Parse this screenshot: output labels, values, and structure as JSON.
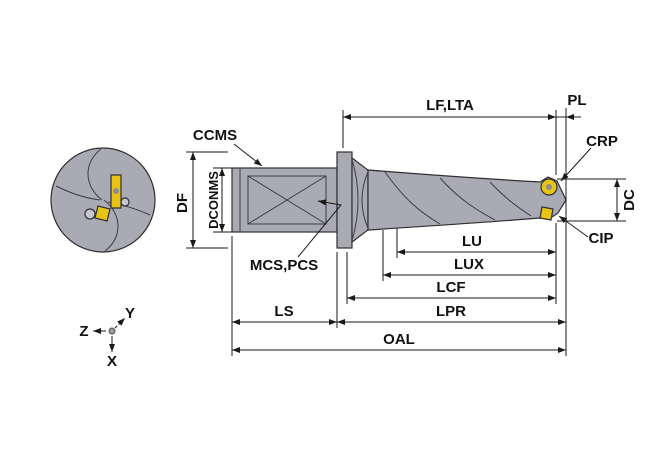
{
  "labels": {
    "lf_lta": "LF,LTA",
    "pl": "PL",
    "crp": "CRP",
    "dc": "DC",
    "cip": "CIP",
    "ccms": "CCMS",
    "df": "DF",
    "dconms": "DCONMS",
    "mcs_pcs": "MCS,PCS",
    "lu": "LU",
    "lux": "LUX",
    "lcf": "LCF",
    "lpr": "LPR",
    "ls": "LS",
    "oal": "OAL"
  },
  "axes": {
    "z": "Z",
    "y": "Y",
    "x": "X"
  },
  "colors": {
    "body": "#a9aab3",
    "clamp_flat": "#a2a3ac",
    "hole": "#c6c6cf",
    "insert": "#e7c414",
    "screw": "#8b8b93",
    "line": "#1a1a1a",
    "background": "#ffffff"
  }
}
